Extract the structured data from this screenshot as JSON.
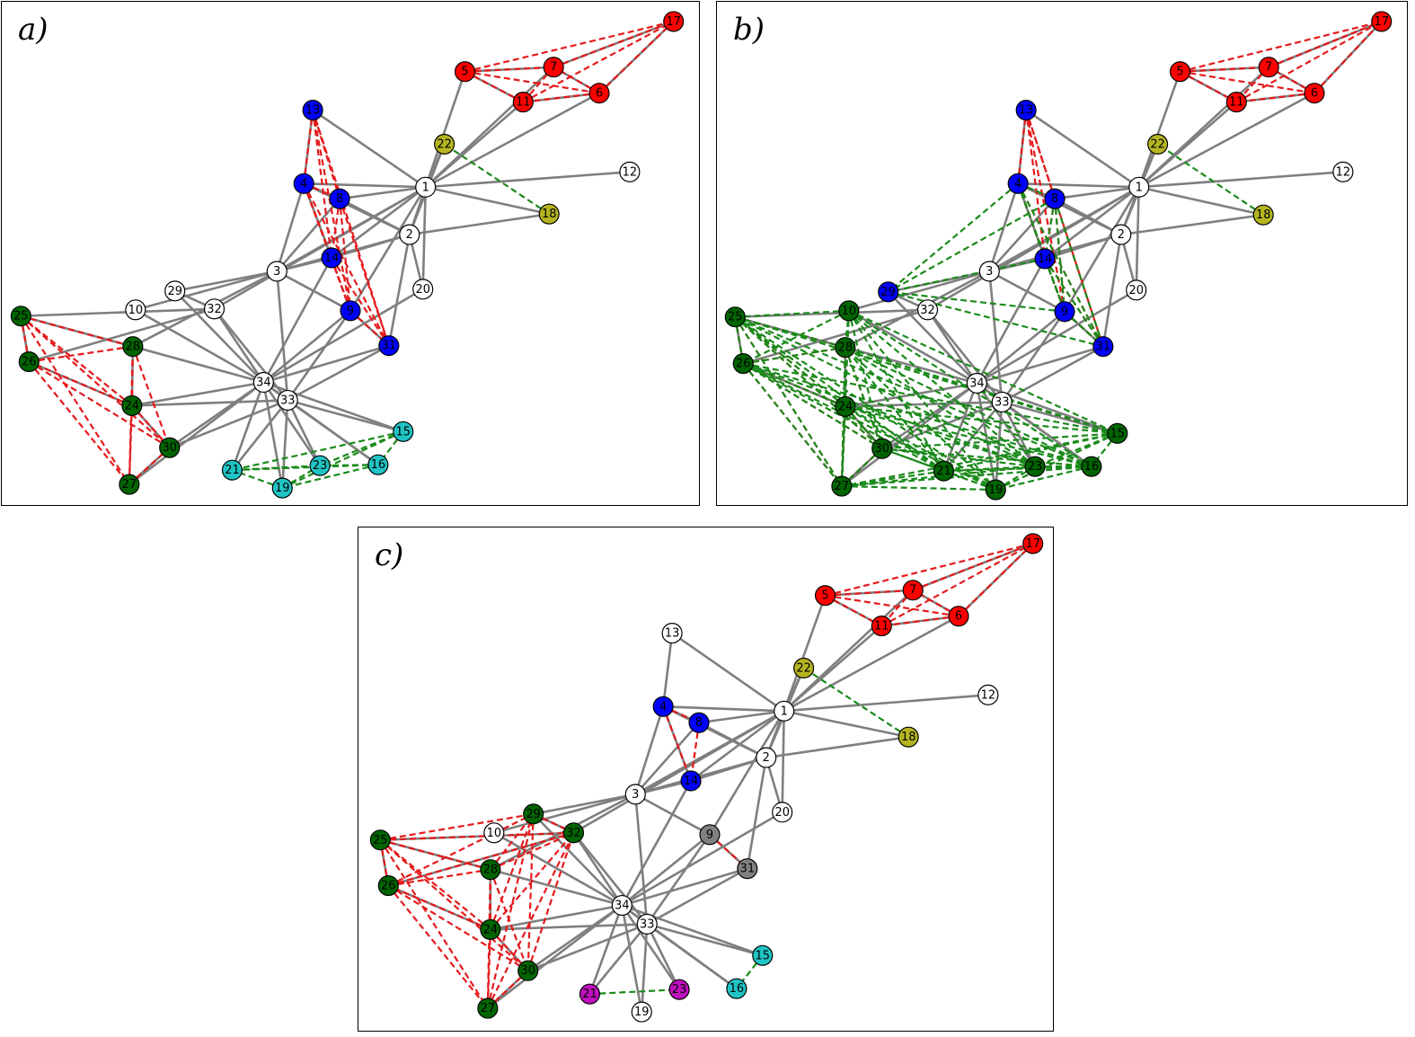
{
  "colors": {
    "white": "#ffffff",
    "red": "#ff0000",
    "blue": "#0000ff",
    "green": "#006400",
    "olive": "#b5b521",
    "cyan": "#1fc4c4",
    "magenta": "#c010c0",
    "gray": "#808080",
    "solid_edge": "#7f7f7f",
    "red_dashed": "#e41a1c",
    "green_dashed": "#1a8a1a"
  },
  "panels": [
    {
      "label": "a)",
      "node_colors": {
        "1": "white",
        "2": "white",
        "3": "white",
        "4": "blue",
        "5": "red",
        "6": "red",
        "7": "red",
        "8": "blue",
        "9": "blue",
        "10": "white",
        "11": "red",
        "12": "white",
        "13": "blue",
        "14": "blue",
        "15": "cyan",
        "16": "cyan",
        "17": "red",
        "18": "olive",
        "19": "cyan",
        "20": "white",
        "21": "cyan",
        "22": "olive",
        "23": "cyan",
        "24": "green",
        "25": "green",
        "26": "green",
        "27": "green",
        "28": "green",
        "29": "white",
        "30": "green",
        "31": "blue",
        "32": "white",
        "33": "white",
        "34": "white"
      },
      "red_groups": [
        [
          5,
          6,
          7,
          11,
          17
        ],
        [
          4,
          8,
          9,
          13,
          14,
          31
        ],
        [
          24,
          25,
          26,
          27,
          28,
          30
        ]
      ],
      "green_groups": [
        [
          15,
          16,
          19,
          21,
          23
        ],
        [
          18,
          22
        ]
      ]
    },
    {
      "label": "b)",
      "node_colors": {
        "1": "white",
        "2": "white",
        "3": "white",
        "4": "blue",
        "5": "red",
        "6": "red",
        "7": "red",
        "8": "blue",
        "9": "blue",
        "10": "green",
        "11": "red",
        "12": "white",
        "13": "blue",
        "14": "blue",
        "15": "green",
        "16": "green",
        "17": "red",
        "18": "olive",
        "19": "green",
        "20": "white",
        "21": "green",
        "22": "olive",
        "23": "green",
        "24": "green",
        "25": "green",
        "26": "green",
        "27": "green",
        "28": "green",
        "29": "blue",
        "30": "green",
        "31": "blue",
        "32": "white",
        "33": "white",
        "34": "white"
      },
      "red_groups": [
        [
          5,
          6,
          7,
          11,
          17
        ],
        [
          4,
          8,
          9,
          13,
          14,
          31
        ],
        [
          24,
          25,
          26,
          27,
          28,
          30
        ]
      ],
      "green_groups": [
        [
          10,
          15,
          16,
          19,
          21,
          23,
          24,
          25,
          26,
          27,
          28,
          30
        ],
        [
          18,
          22
        ],
        [
          4,
          8,
          9,
          14,
          29,
          31
        ]
      ]
    },
    {
      "label": "c)",
      "node_colors": {
        "1": "white",
        "2": "white",
        "3": "white",
        "4": "blue",
        "5": "red",
        "6": "red",
        "7": "red",
        "8": "blue",
        "9": "gray",
        "10": "white",
        "11": "red",
        "12": "white",
        "13": "white",
        "14": "blue",
        "15": "cyan",
        "16": "cyan",
        "17": "red",
        "18": "olive",
        "19": "white",
        "20": "white",
        "21": "magenta",
        "22": "olive",
        "23": "magenta",
        "24": "green",
        "25": "green",
        "26": "green",
        "27": "green",
        "28": "green",
        "29": "green",
        "30": "green",
        "31": "gray",
        "32": "green",
        "33": "white",
        "34": "white"
      },
      "red_groups": [
        [
          5,
          6,
          7,
          11,
          17
        ],
        [
          4,
          8,
          14
        ],
        [
          24,
          25,
          26,
          27,
          28,
          29,
          30,
          32
        ],
        [
          9,
          31
        ]
      ],
      "green_groups": [
        [
          15,
          16
        ],
        [
          21,
          23
        ],
        [
          18,
          22
        ]
      ]
    }
  ],
  "edges": [
    [
      1,
      2
    ],
    [
      1,
      3
    ],
    [
      1,
      4
    ],
    [
      1,
      5
    ],
    [
      1,
      6
    ],
    [
      1,
      7
    ],
    [
      1,
      8
    ],
    [
      1,
      9
    ],
    [
      1,
      11
    ],
    [
      1,
      12
    ],
    [
      1,
      13
    ],
    [
      1,
      14
    ],
    [
      1,
      18
    ],
    [
      1,
      20
    ],
    [
      1,
      22
    ],
    [
      1,
      32
    ],
    [
      2,
      3
    ],
    [
      2,
      4
    ],
    [
      2,
      8
    ],
    [
      2,
      14
    ],
    [
      2,
      18
    ],
    [
      2,
      20
    ],
    [
      2,
      22
    ],
    [
      2,
      31
    ],
    [
      3,
      4
    ],
    [
      3,
      8
    ],
    [
      3,
      9
    ],
    [
      3,
      10
    ],
    [
      3,
      14
    ],
    [
      3,
      28
    ],
    [
      3,
      29
    ],
    [
      3,
      33
    ],
    [
      4,
      8
    ],
    [
      4,
      13
    ],
    [
      4,
      14
    ],
    [
      5,
      7
    ],
    [
      5,
      11
    ],
    [
      6,
      7
    ],
    [
      6,
      11
    ],
    [
      6,
      17
    ],
    [
      7,
      17
    ],
    [
      9,
      31
    ],
    [
      9,
      33
    ],
    [
      9,
      34
    ],
    [
      10,
      34
    ],
    [
      14,
      34
    ],
    [
      15,
      33
    ],
    [
      15,
      34
    ],
    [
      16,
      33
    ],
    [
      16,
      34
    ],
    [
      19,
      33
    ],
    [
      19,
      34
    ],
    [
      20,
      34
    ],
    [
      21,
      33
    ],
    [
      21,
      34
    ],
    [
      23,
      33
    ],
    [
      23,
      34
    ],
    [
      24,
      26
    ],
    [
      24,
      28
    ],
    [
      24,
      30
    ],
    [
      24,
      33
    ],
    [
      24,
      34
    ],
    [
      25,
      26
    ],
    [
      25,
      28
    ],
    [
      25,
      32
    ],
    [
      26,
      32
    ],
    [
      27,
      30
    ],
    [
      27,
      34
    ],
    [
      28,
      34
    ],
    [
      29,
      32
    ],
    [
      29,
      34
    ],
    [
      30,
      33
    ],
    [
      30,
      34
    ],
    [
      31,
      33
    ],
    [
      31,
      34
    ],
    [
      32,
      33
    ],
    [
      32,
      34
    ],
    [
      33,
      34
    ]
  ]
}
